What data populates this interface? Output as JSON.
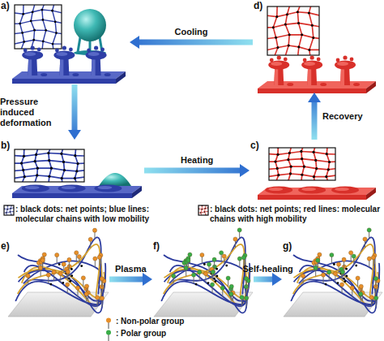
{
  "diagram": {
    "nodes": [
      {
        "text": [
          "a)"
        ]
      },
      {
        "text": [
          "d)"
        ]
      },
      {
        "text": [
          "b)"
        ]
      },
      {
        "text": [
          "c)"
        ]
      },
      {
        "text": [
          "e)"
        ]
      },
      {
        "text": [
          "f)"
        ]
      },
      {
        "text": [
          "g)"
        ]
      }
    ],
    "edges": [
      {
        "from": 1,
        "to": 0,
        "label": "Cooling",
        "arrow": "to"
      },
      {
        "from": 0,
        "to": 2,
        "label": "Pressure induced deformation",
        "arrow": "to"
      },
      {
        "from": 2,
        "to": 3,
        "label": "Heating",
        "arrow": "to"
      },
      {
        "from": 3,
        "to": 1,
        "label": "Recovery",
        "arrow": "to"
      },
      {
        "from": 4,
        "to": 5,
        "label": "Plasma",
        "arrow": "to"
      },
      {
        "from": 5,
        "to": 6,
        "label": "Self-healing",
        "arrow": "to"
      }
    ],
    "legend": [
      {
        "text": ": black dots: net points; blue lines: molecular chains with low mobility"
      },
      {
        "text": ": black dots: net points; red lines: molecular chains with high mobility"
      },
      {
        "text": ": Non-polar group"
      },
      {
        "text": ": Polar group"
      }
    ]
  }
}
